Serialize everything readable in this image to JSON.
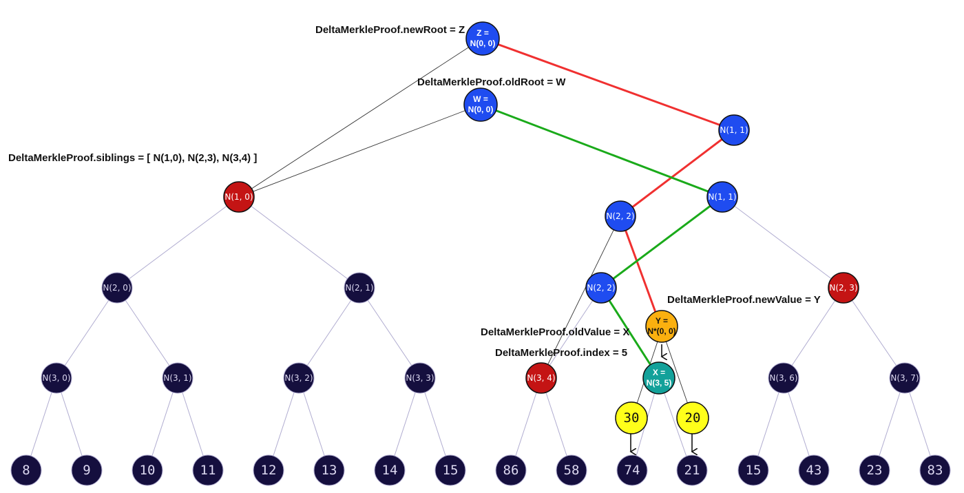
{
  "colors": {
    "highlight_blue": "#1f4cf0",
    "sibling_red": "#c41414",
    "dark_node": "#150f3e",
    "new_value_orange": "#fbb00f",
    "old_value_teal": "#13a19a",
    "input_yellow": "#ffff1a",
    "new_path_red": "#f03030",
    "old_path_green": "#1aaa1a",
    "edge_light": "#b0acd0",
    "edge_dark": "#333333"
  },
  "annotations": {
    "new_root": "DeltaMerkleProof.newRoot = Z",
    "old_root": "DeltaMerkleProof.oldRoot = W",
    "siblings": "DeltaMerkleProof.siblings = [ N(1,0), N(2,3), N(3,4) ]",
    "new_value": "DeltaMerkleProof.newValue = Y",
    "old_value": "DeltaMerkleProof.oldValue = X",
    "index": "DeltaMerkleProof.index = 5"
  },
  "nodes": {
    "new_root": {
      "line1": "Z =",
      "line2": "N(0, 0)"
    },
    "old_root": {
      "line1": "W =",
      "line2": "N(0, 0)"
    },
    "n11_new": "N(1, 1)",
    "n11_old": "N(1, 1)",
    "n10": "N(1, 0)",
    "n22_new": "N(2, 2)",
    "n22_old": "N(2, 2)",
    "n20": "N(2, 0)",
    "n21": "N(2, 1)",
    "n23": "N(2, 3)",
    "new_leaf": {
      "line1": "Y =",
      "line2": "N*(0, 0)"
    },
    "old_leaf": {
      "line1": "X =",
      "line2": "N(3, 5)"
    },
    "n30": "N(3, 0)",
    "n31": "N(3, 1)",
    "n32": "N(3, 2)",
    "n33": "N(3, 3)",
    "n34": "N(3, 4)",
    "n36": "N(3, 6)",
    "n37": "N(3, 7)",
    "input_left": "30",
    "input_right": "20"
  },
  "leaves": [
    "8",
    "9",
    "10",
    "11",
    "12",
    "13",
    "14",
    "15",
    "86",
    "58",
    "74",
    "21",
    "15",
    "43",
    "23",
    "83"
  ]
}
